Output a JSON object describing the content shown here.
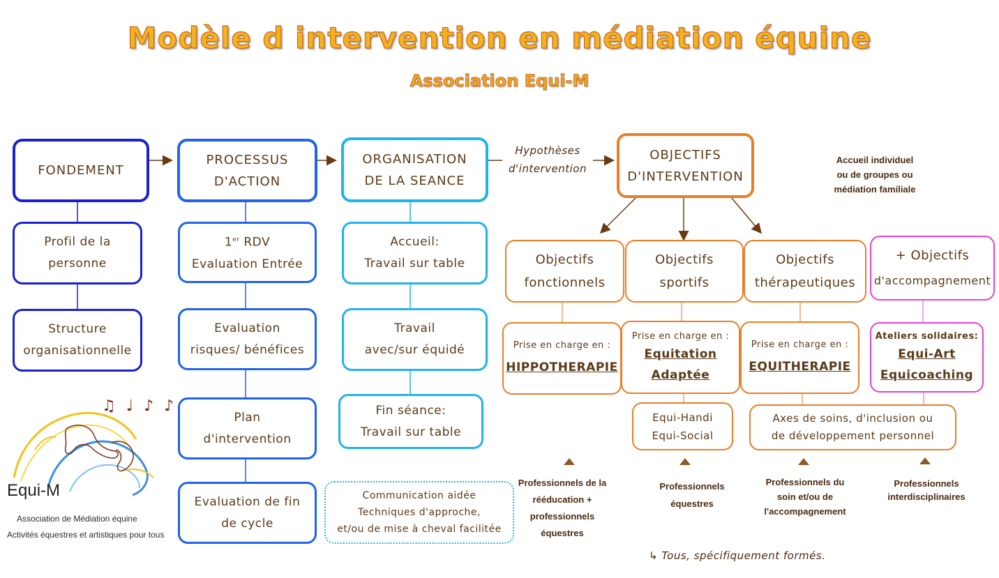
{
  "header": {
    "title": "Modèle d intervention en médiation équine",
    "subtitle": "Association Equi-M"
  },
  "columns": {
    "fondement": {
      "title": "FONDEMENT",
      "items": [
        "Profil de la personne",
        "Structure organisationnelle"
      ]
    },
    "processus": {
      "title_line1": "PROCESSUS",
      "title_line2": "D'ACTION",
      "rdv_main": "1",
      "rdv_sup": "er",
      "rdv_rest": " RDV",
      "rdv_line2": "Evaluation Entrée",
      "eval_line1": "Evaluation",
      "eval_line2": "risques/ bénéfices",
      "plan_line1": "Plan",
      "plan_line2": "d'intervention",
      "fin_line1": "Evaluation de fin",
      "fin_line2": "de cycle"
    },
    "organisation": {
      "title_line1": "ORGANISATION",
      "title_line2": "DE LA SEANCE",
      "accueil_line1": "Accueil:",
      "accueil_line2": "Travail sur table",
      "travail_line1": "Travail",
      "travail_line2": "avec/sur équidé",
      "fin_line1": "Fin séance:",
      "fin_line2": "Travail sur table",
      "comm_line1": "Communication aidée",
      "comm_line2": "Techniques d'approche,",
      "comm_line3": "et/ou de mise à cheval facilitée"
    }
  },
  "hypotheses": {
    "line1": "Hypothèses",
    "line2": "d'intervention"
  },
  "objectifs": {
    "title_line1": "OBJECTIFS",
    "title_line2": "D'INTERVENTION",
    "accueil_line1": "Accueil individuel",
    "accueil_line2": "ou de groupes ou",
    "accueil_line3": "médiation familiale",
    "fonctionnels": {
      "line1": "Objectifs",
      "line2": "fonctionnels",
      "prise": "Prise en charge en :",
      "name": "HIPPOTHERAPIE",
      "pros": [
        "Professionnels de la",
        "rééducation +",
        "professionnels",
        "équestres"
      ]
    },
    "sportifs": {
      "line1": "Objectifs",
      "line2": "sportifs",
      "prise": "Prise en charge en :",
      "name_line1": "Equitation",
      "name_line2": "Adaptée",
      "sub_line1": "Equi-Handi",
      "sub_line2": "Equi-Social",
      "pros": [
        "Professionnels",
        "équestres"
      ]
    },
    "therapeutiques": {
      "line1": "Objectifs",
      "line2": "thérapeutiques",
      "prise": "Prise en charge en :",
      "name": "EQUITHERAPIE",
      "pros": [
        "Professionnels du",
        "soin et/ou de",
        "l'accompagnement"
      ]
    },
    "accompagnement": {
      "line1": "+ Objectifs",
      "line2": "d'accompagnement",
      "prise": "Ateliers solidaires:",
      "name_line1": "Equi-Art",
      "name_line2": "Equicoaching",
      "pros": [
        "Professionnels",
        "interdisciplinaires"
      ]
    },
    "axes_line1": "Axes de soins, d'inclusion ou",
    "axes_line2": "de développement personnel",
    "footnote_arrow": "↳",
    "footnote": "Tous, spécifiquement formés."
  },
  "logo": {
    "name": "Equi-M",
    "line1": "Association de Médiation équine",
    "line2": "Activités équestres et artistiques pour tous",
    "notes": "♫ ♩ ♪ ♪"
  },
  "colors": {
    "dark_blue": "#1a1fcf",
    "mid_blue": "#1f63e6",
    "cyan": "#1fb3ec",
    "orange": "#e97e26",
    "pink": "#e93fd6",
    "arrow": "#6a3a12"
  }
}
